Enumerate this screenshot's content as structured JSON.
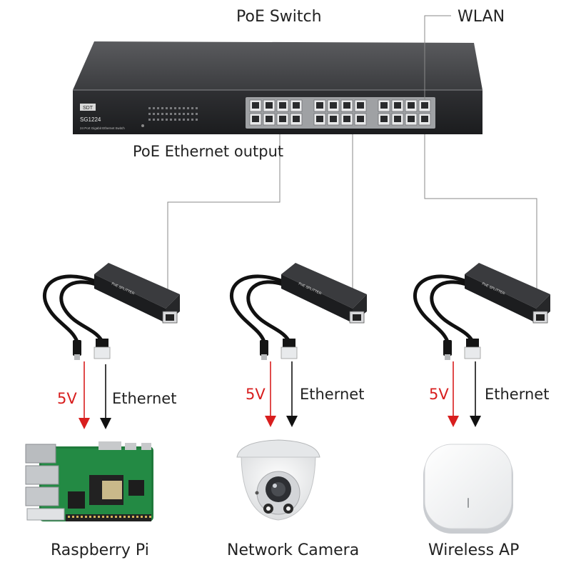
{
  "diagram": {
    "title": "PoE Switch",
    "uplink_label": "WLAN",
    "output_label": "PoE Ethernet output",
    "switch": {
      "brand": "SDT",
      "model": "SG1224",
      "description": "24 Port Gigabit Ethernet Switch"
    },
    "splitter_text": "PoE SPLITTER",
    "power_label": "5V",
    "data_label": "Ethernet",
    "devices": [
      "Raspberry Pi",
      "Network Camera",
      "Wireless AP"
    ],
    "colors": {
      "power_arrow": "#d81e1e",
      "data_arrow": "#111111",
      "switch_body": "#2b2c2e",
      "connector_line": "#8a8a8a"
    }
  }
}
